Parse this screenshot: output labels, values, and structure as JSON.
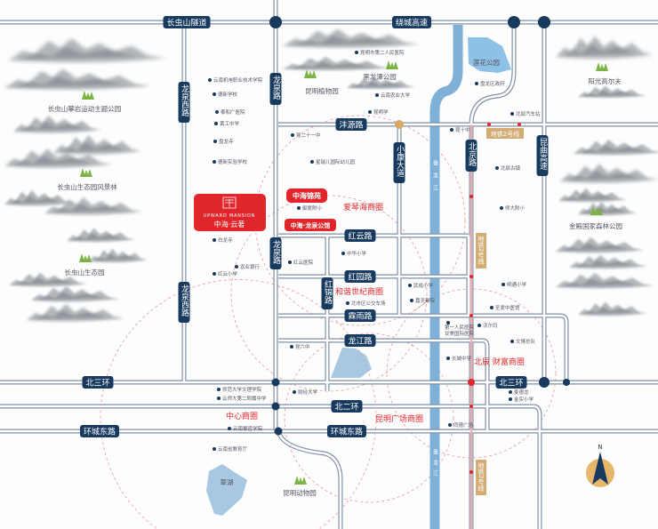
{
  "colors": {
    "road": "#7f90a6",
    "navy": "#173a5e",
    "river": "#7fb0d8",
    "red": "#e0262b",
    "gold": "#d9a864",
    "metro_label": "#c9a46a"
  },
  "roads": {
    "changchongshan_tunnel": "长虫山隧道",
    "raocheng_expressway": "绕城高速",
    "fengyuan": "沣源路",
    "hongyun": "红云路",
    "hongyuan": "红园路",
    "linyu": "霖雨路",
    "longjiang": "龙江路",
    "north_third_ring_left": "北三环",
    "north_third_ring_right": "北三环",
    "north_second_ring": "北二环",
    "huancheng_east_left": "环城东路",
    "huancheng_east_right": "环城东路",
    "longquan_west_top": "龙泉西路",
    "longquan_west_bottom": "龙泉西路",
    "longquan_top": "龙泉路",
    "longquan_mid": "龙泉路",
    "xiaokang": "小康大道",
    "hongjin": "红锦路",
    "beijing": "北京路",
    "kunqu_expressway": "昆曲高速"
  },
  "metro": {
    "line2_h": "地铁2号线",
    "line2_v1": "地铁2号线",
    "line2_v2": "地铁2号线"
  },
  "river": {
    "name_top": "盘龙江",
    "name_bottom": "盘龙江"
  },
  "project": {
    "en": "UPWARD MANSION",
    "cn": "中海·云著",
    "logo": "云著"
  },
  "badges": {
    "jinyuan": "中海锦苑",
    "longquan": "中海·龙泉公馆"
  },
  "business": {
    "aiqinhai": "爱琴海商圈",
    "hexie": "和谐世纪商圈",
    "beichen": "北辰 财富商圈",
    "kunming_square": "昆明广场商圈",
    "center": "中心商圈"
  },
  "parks": [
    "长虫山攀岩运动主题公园",
    "长虫山生态园风景林",
    "长虫山生态园",
    "昆明植物园",
    "黑龙潭公园",
    "莲花公园",
    "阳光高尔夫",
    "金殿国家森林公园",
    "昆明动物园",
    "翠湖"
  ],
  "pois": [
    "云南机电职业技术学院",
    "德新学校",
    "泰和广医院",
    "黄工中学",
    "盘龙寺",
    "德新实验学校",
    "白龙寺",
    "农业银行",
    "红云小学",
    "红云医院",
    "昆二十一中",
    "星瑞儿国际幼儿园",
    "御爱附小",
    "中华小学",
    "武成小学",
    "嘉灵都院",
    "北市区公交车场",
    "昆明市第二人民医院",
    "云南农业大学",
    "昆明学",
    "昆十中",
    "盘龙区政府",
    "北部汽车站",
    "北辰古镇",
    "师大附小",
    "明通小学",
    "圣爱中医馆",
    "第一人民医院甘美国际医院",
    "沃尔玛",
    "文博总队",
    "长城中学",
    "麦德龙",
    "金实小学",
    "同德广场",
    "昆六中",
    "师范大学文理学院",
    "云师大第二附属中学",
    "财经大学",
    "云南警官学院",
    "云南省教育厅"
  ],
  "compass": {
    "north": "N"
  }
}
